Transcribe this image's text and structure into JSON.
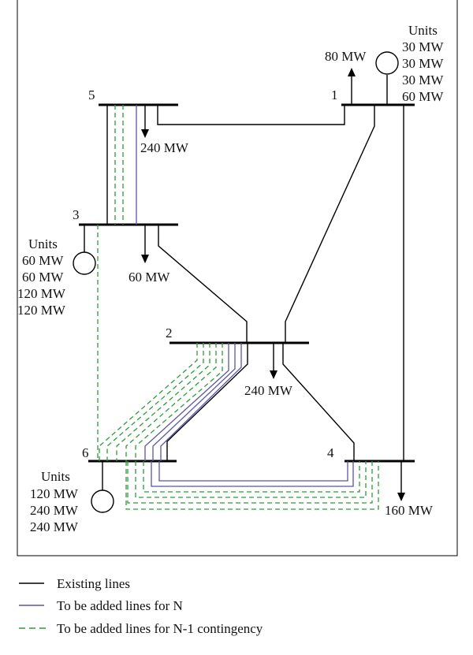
{
  "buses": [
    {
      "id": "1",
      "label": "1"
    },
    {
      "id": "2",
      "label": "2"
    },
    {
      "id": "3",
      "label": "3"
    },
    {
      "id": "4",
      "label": "4"
    },
    {
      "id": "5",
      "label": "5"
    },
    {
      "id": "6",
      "label": "6"
    }
  ],
  "loads": {
    "bus1": "80 MW",
    "bus5": "240 MW",
    "bus3": "60 MW",
    "bus2": "240 MW",
    "bus4": "160 MW"
  },
  "generators": {
    "bus1": {
      "title": "Units",
      "units": [
        "30 MW",
        "30 MW",
        "30 MW",
        "60 MW"
      ]
    },
    "bus3": {
      "title": "Units",
      "units": [
        "60 MW",
        "60 MW",
        "120 MW",
        "120 MW"
      ]
    },
    "bus6": {
      "title": "Units",
      "units": [
        "120 MW",
        "240 MW",
        "240 MW"
      ]
    }
  },
  "legend": {
    "existing": "Existing lines",
    "added_n": "To be added lines for N",
    "added_n1": "To be added lines for N-1 contingency"
  },
  "colors": {
    "existing": "#000000",
    "added_n": "#5a55a8",
    "added_n1": "#2e9a3a"
  }
}
